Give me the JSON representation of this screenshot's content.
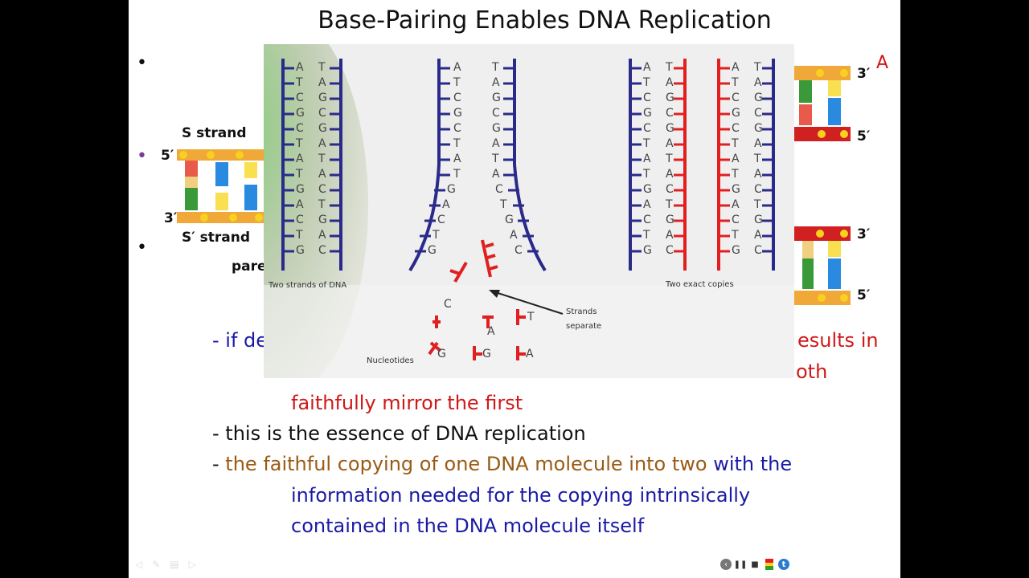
{
  "slide": {
    "title": "Base-Pairing Enables DNA Replication",
    "bullet_glyph": "•",
    "left_labels": {
      "s_strand": "S strand",
      "s_prime_strand": "S′ strand",
      "five_prime": "5′",
      "three_prime": "3′",
      "parent_fragment": "pare"
    },
    "right_labels": {
      "top_three": "3′",
      "top_five": "5′",
      "bottom_three": "3′",
      "bottom_five": "5′",
      "letter_a": "A"
    },
    "lines": {
      "if_fragment": "- if de",
      "results_fragment": "esults in",
      "both_fragment": "oth",
      "mirror": "faithfully mirror the first",
      "essence": "- this is the essence of DNA replication",
      "faithful_dash": "- ",
      "faithful_brown": "the faithful copying of one DNA molecule into two",
      "faithful_blue": " with the",
      "information": "information needed for the copying intrinsically",
      "contained": "contained in the DNA molecule itself"
    }
  },
  "figure": {
    "label_two_strands": "Two strands of DNA",
    "label_two_copies": "Two exact copies",
    "label_strands_separate_1": "Strands",
    "label_strands_separate_2": "separate",
    "label_nucleotides": "Nucleotides",
    "left_strand_bases": [
      "A",
      "T",
      "C",
      "G",
      "C",
      "T",
      "A",
      "T",
      "G",
      "A",
      "C",
      "T",
      "G"
    ],
    "right_strand_bases": [
      "T",
      "A",
      "G",
      "C",
      "G",
      "A",
      "T",
      "A",
      "C",
      "T",
      "G",
      "A",
      "C"
    ],
    "free_nucleotides": [
      "C",
      "A",
      "T",
      "G",
      "G",
      "A"
    ],
    "colors": {
      "old_strand": "#2a2a8a",
      "new_strand": "#e02020"
    }
  },
  "player_controls": {
    "icons": [
      "back-icon",
      "pause-icon",
      "stop-icon",
      "color-icon",
      "logo-icon"
    ]
  },
  "colors": {
    "blue_text": "#1a1aa6",
    "red_text": "#d01818",
    "brown_text": "#9a5a14"
  }
}
